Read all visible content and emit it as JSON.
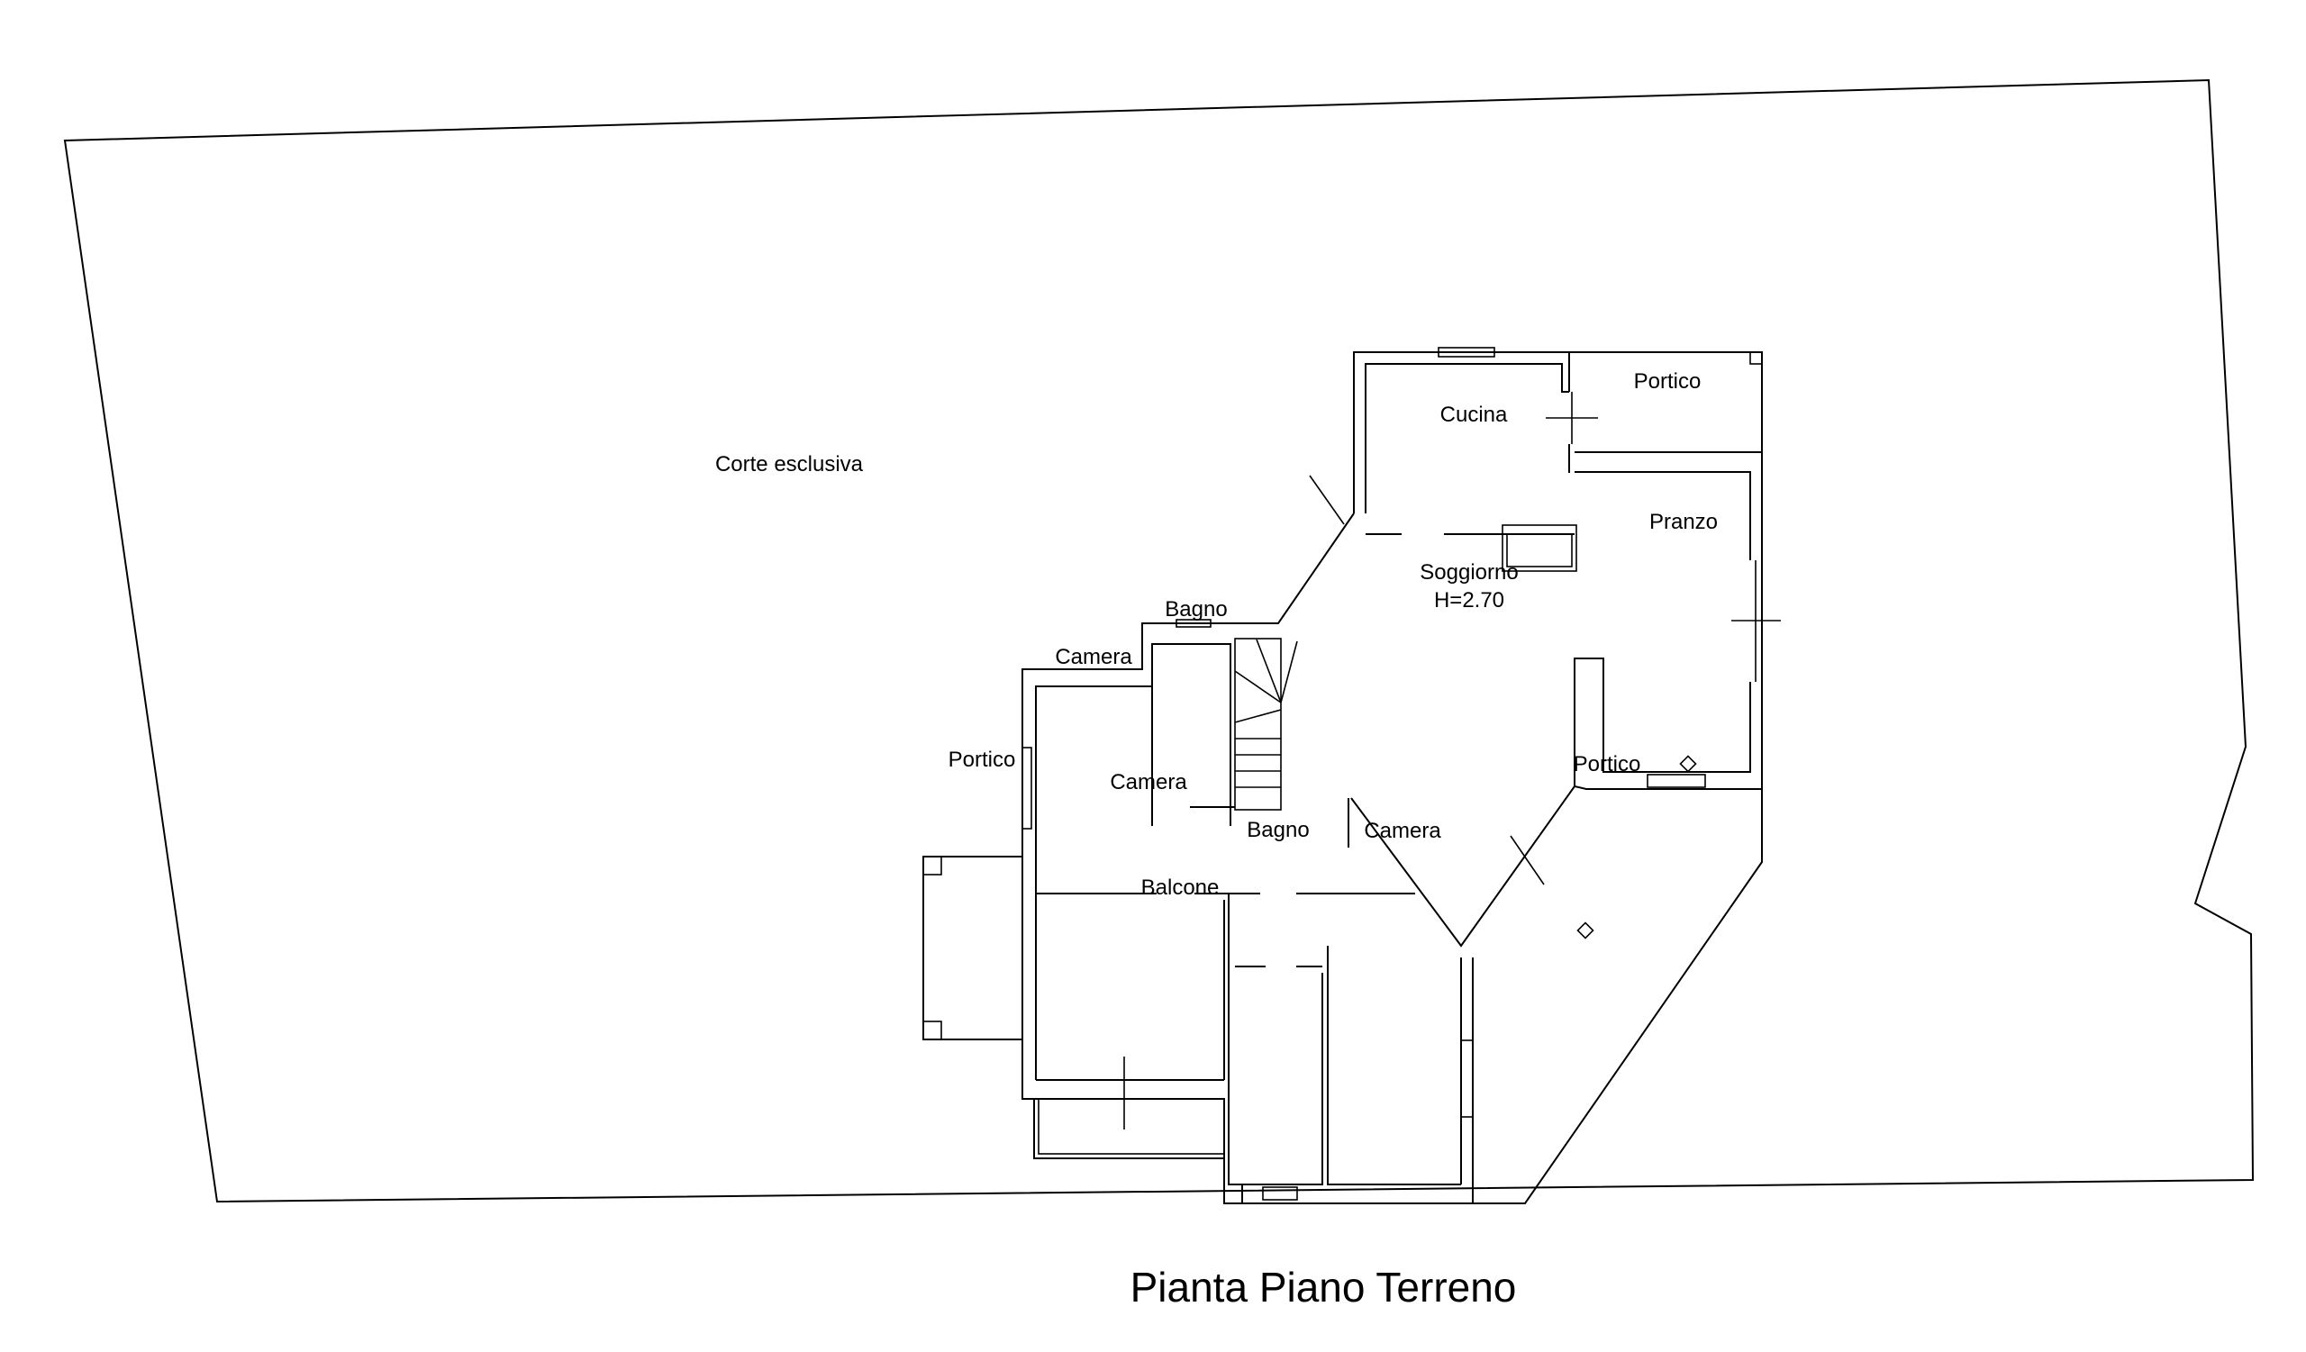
{
  "title": "Pianta Piano Terreno",
  "rooms": {
    "corte": "Corte esclusiva",
    "cucina": "Cucina",
    "portico_top": "Portico",
    "pranzo": "Pranzo",
    "soggiorno": "Soggiorno",
    "soggiorno_height": "H=2.70",
    "bagno_1": "Bagno",
    "camera_1": "Camera",
    "portico_left": "Portico",
    "camera_2": "Camera",
    "bagno_2": "Bagno",
    "camera_3": "Camera",
    "portico_right": "Portico",
    "balcone": "Balcone"
  }
}
